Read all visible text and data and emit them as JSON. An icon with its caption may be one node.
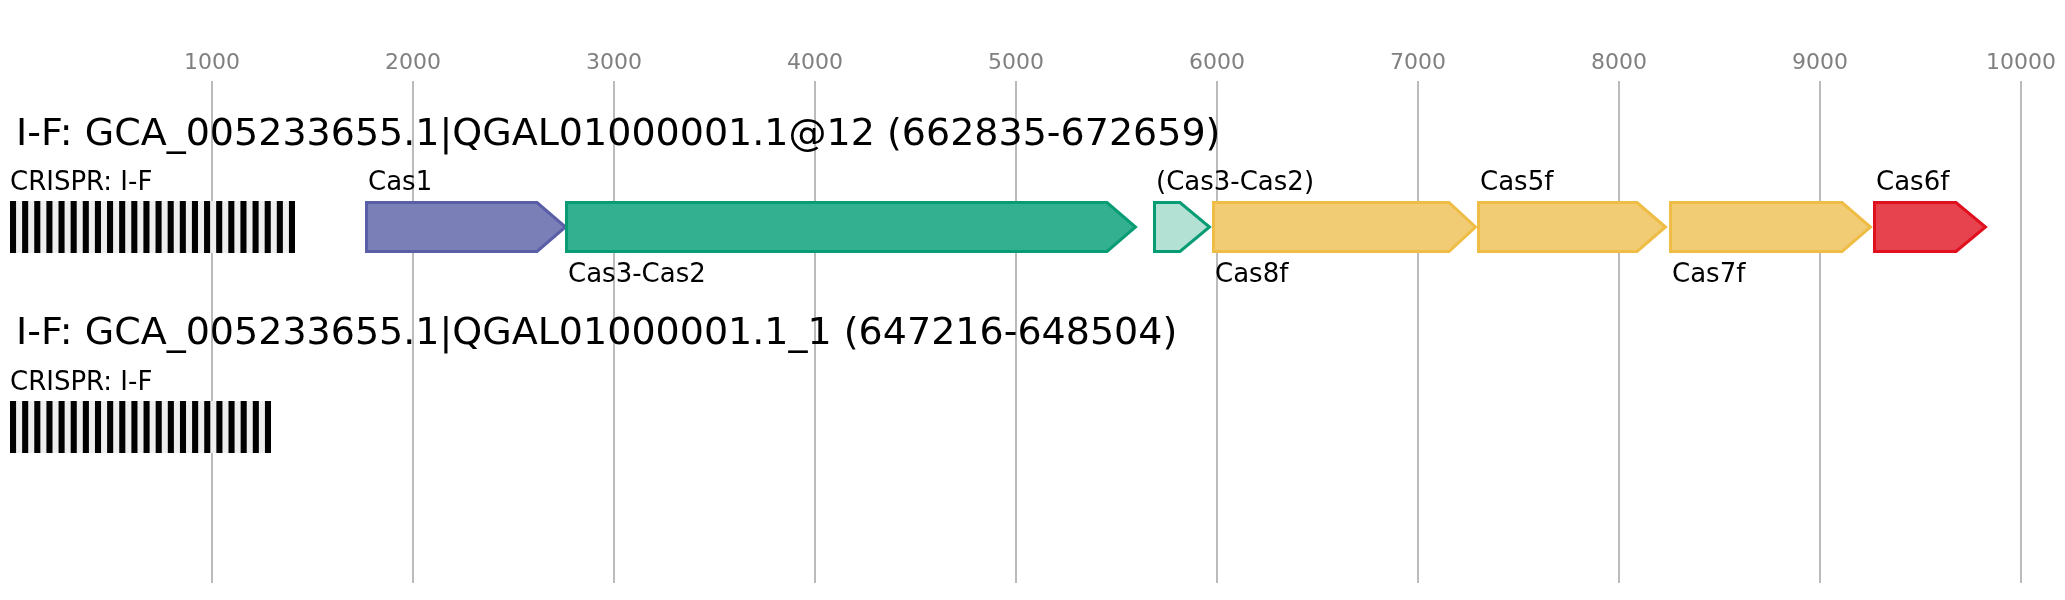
{
  "diagram": {
    "nodes": [
      {
        "text": [
          "CRISPR: I-F"
        ]
      },
      {
        "text": [
          "Cas1"
        ]
      },
      {
        "text": [
          "Cas3-Cas2"
        ]
      },
      {
        "text": [
          "(Cas3-Cas2)"
        ]
      },
      {
        "text": [
          "Cas8f"
        ]
      },
      {
        "text": [
          "Cas5f"
        ]
      },
      {
        "text": [
          "Cas7f"
        ]
      },
      {
        "text": [
          "Cas6f"
        ]
      },
      {
        "text": [
          "CRISPR: I-F"
        ]
      }
    ],
    "edges": [],
    "labels": [
      "1000",
      "2000",
      "3000",
      "4000",
      "5000",
      "6000",
      "7000",
      "8000",
      "9000",
      "10000",
      "I-F: GCA_005233655.1|QGAL01000001.1@12 (662835-672659)",
      "I-F: GCA_005233655.1|QGAL01000001.1_1 (647216-648504)"
    ]
  }
}
